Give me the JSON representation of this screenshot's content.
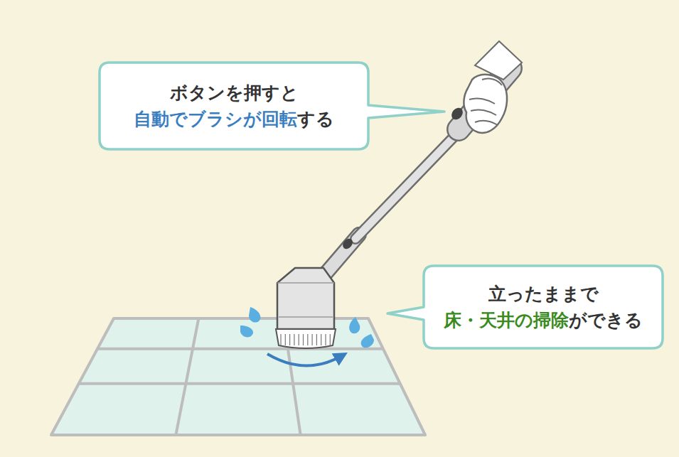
{
  "diagram": {
    "nodes": [
      {
        "text": [
          "ボタンを押すと",
          "自動でブラシが回転",
          "する"
        ]
      },
      {
        "text": [
          "立ったままで",
          "床・天井の掃除",
          "ができる"
        ]
      }
    ]
  }
}
